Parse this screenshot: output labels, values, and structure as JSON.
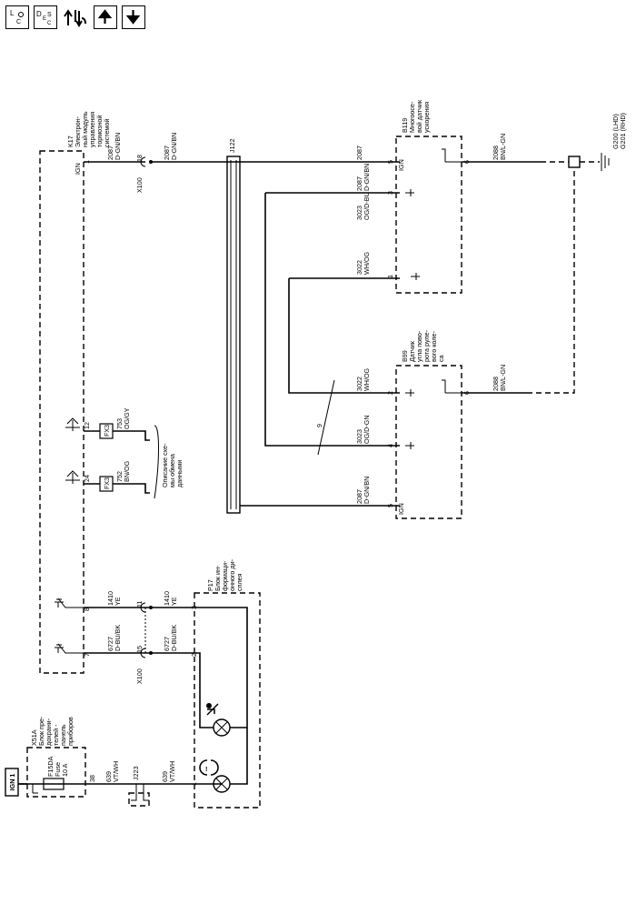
{
  "toolbar": {
    "loc_label": "LOC",
    "desc_label": "DESC",
    "icons": [
      "location-icon",
      "description-icon",
      "power-flow-icon",
      "arrow-up-icon",
      "arrow-down-icon"
    ]
  },
  "ign": {
    "label": "IGN 1"
  },
  "x51a": {
    "ref": "X51A",
    "desc": [
      "Блок пре-",
      "дохрани-",
      "телей -",
      "панель",
      "приборов"
    ],
    "fuse_name": "F15DA",
    "fuse_type": "Fuse",
    "fuse_rating": "10 A",
    "pin": "38"
  },
  "wires": {
    "w639a": {
      "num": "639",
      "color": "VT/WH"
    },
    "w639b": {
      "num": "639",
      "color": "VT/WH"
    },
    "w6727a": {
      "num": "6727",
      "color": "D-BU/BK"
    },
    "w6727b": {
      "num": "6727",
      "color": "D-BU/BK"
    },
    "w1410a": {
      "num": "1410",
      "color": "YE"
    },
    "w1410b": {
      "num": "1410",
      "color": "YE"
    },
    "w752": {
      "num": "752",
      "color": "BN/OG"
    },
    "w753": {
      "num": "753",
      "color": "OG/GY"
    },
    "w2087a": {
      "num": "2087",
      "color": "D-GN/BN"
    },
    "w2087b": {
      "num": "2087",
      "color": "D-GN/BN"
    },
    "w2087c": {
      "num": "2087",
      "color": "D-GN/BN"
    },
    "w2087d": {
      "num": "2087",
      "color": "D-GN/BN"
    },
    "w3023a": {
      "num": "3023",
      "color": "OG/D-BU"
    },
    "w3023b": {
      "num": "3023",
      "color": "OG/D-GN"
    },
    "w3022a": {
      "num": "3022",
      "color": "WH/OG"
    },
    "w3022b": {
      "num": "3022",
      "color": "WH/OG"
    },
    "w2088a": {
      "num": "2088",
      "color": "BN/L-GN"
    },
    "w2088b": {
      "num": "2088",
      "color": "BN/L-GN"
    }
  },
  "j223": "J223",
  "j122": "J122",
  "x100": {
    "ref": "X100",
    "pins": [
      "15",
      "11",
      "18"
    ]
  },
  "p17": {
    "ref": "P17",
    "desc": [
      "Блок ин-",
      "формаци-",
      "онного ди-",
      "сплея"
    ],
    "pins": [
      "1",
      "2",
      "3"
    ]
  },
  "k17": {
    "ref": "K17",
    "desc": [
      "Электрон-",
      "ный модуль",
      "управления",
      "тормозной",
      "системой"
    ],
    "pins": [
      "1",
      "7",
      "8",
      "24",
      "12"
    ],
    "ign_label": "IGN"
  },
  "fx3": {
    "label_a": "FX3",
    "label_b": "FX3"
  },
  "data_desc": [
    "Описание схе-",
    "мы обмена",
    "данными"
  ],
  "b119": {
    "ref": "B119",
    "desc": [
      "Многоосе-",
      "вой датчик",
      "ускорения"
    ],
    "pins": [
      "5",
      "3",
      "1",
      "6"
    ],
    "ign_label": "IGN"
  },
  "b99": {
    "ref": "B99",
    "desc": [
      "Датчик",
      "угла пово-",
      "рота руле-",
      "вого коле-",
      "са"
    ],
    "pins": [
      "2",
      "4",
      "5",
      "6"
    ],
    "ign_label": "IGN"
  },
  "twist": "9",
  "ground": {
    "lhd": "G200 (LHD)",
    "rhd": "G201 (RHD)"
  }
}
